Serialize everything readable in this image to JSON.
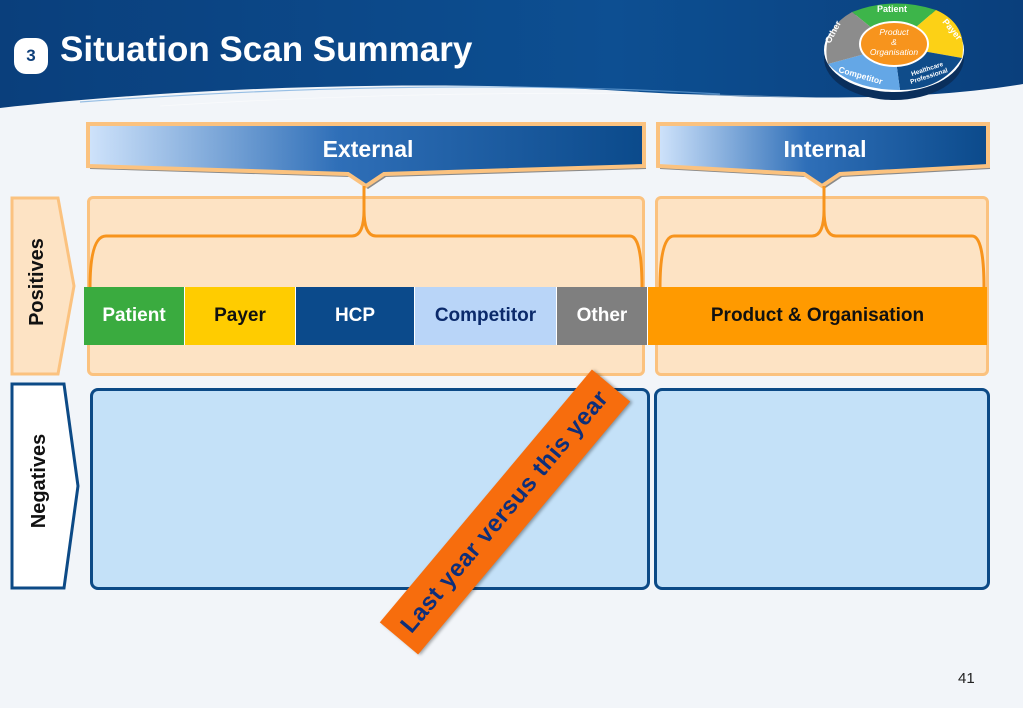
{
  "header": {
    "slide_number": "3",
    "title": "Situation Scan Summary"
  },
  "logo_wheel": {
    "center_label": [
      "Product",
      "&",
      "Organisation"
    ],
    "segments": {
      "patient": "Patient",
      "payer": "Payer",
      "healthcare_professional": [
        "Healthcare",
        "Professional"
      ],
      "competitor": "Competitor",
      "other": "Other"
    },
    "colors": {
      "patient": "#3db54a",
      "payer": "#fcd116",
      "healthcare_professional": "#0f4c8a",
      "competitor": "#64a7e6",
      "other": "#8c8c8c",
      "center": "#f7941d"
    }
  },
  "columns": {
    "external": "External",
    "internal": "Internal"
  },
  "rows": {
    "positives": "Positives",
    "negatives": "Negatives"
  },
  "categories": [
    {
      "label": "Patient",
      "bg": "#3aab3f",
      "fg": "#ffffff"
    },
    {
      "label": "Payer",
      "bg": "#ffcc00",
      "fg": "#111111"
    },
    {
      "label": "HCP",
      "bg": "#0b4a8b",
      "fg": "#ffffff"
    },
    {
      "label": "Competitor",
      "bg": "#b9d5f8",
      "fg": "#0b2a6b"
    },
    {
      "label": "Other",
      "bg": "#7f7f7f",
      "fg": "#ffffff"
    },
    {
      "label": "Product & Organisation",
      "bg": "#ff9a00",
      "fg": "#111111"
    }
  ],
  "banner": "Last year versus this year",
  "page_number": "41",
  "colors": {
    "header_blue": "#0b4a8b",
    "positive_fill": "#fde3c4",
    "positive_border": "#fbc27f",
    "negative_fill": "#c4e1f8",
    "negative_border": "#0c4a86",
    "banner_orange": "#f76d0d",
    "bracket_orange": "#f7941d"
  }
}
